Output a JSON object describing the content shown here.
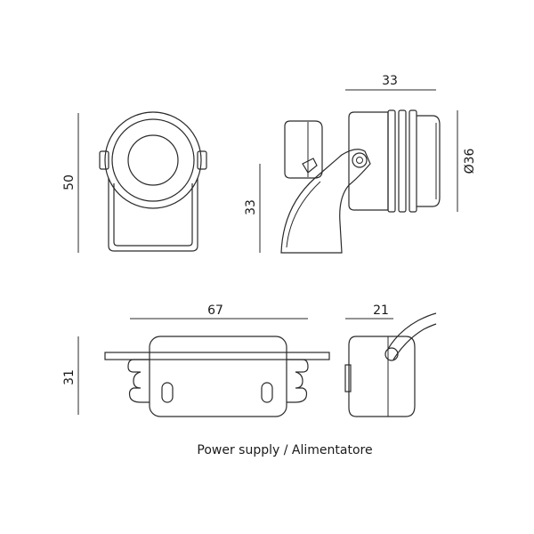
{
  "dimensions": {
    "front_height": "50",
    "side_width": "33",
    "side_height": "33",
    "side_diameter": "Ø36",
    "ps_width": "67",
    "ps_height": "31",
    "ps_depth": "21"
  },
  "caption": "Power supply / Alimentatore",
  "colors": {
    "line": "#2a2a2a",
    "background": "#ffffff"
  }
}
